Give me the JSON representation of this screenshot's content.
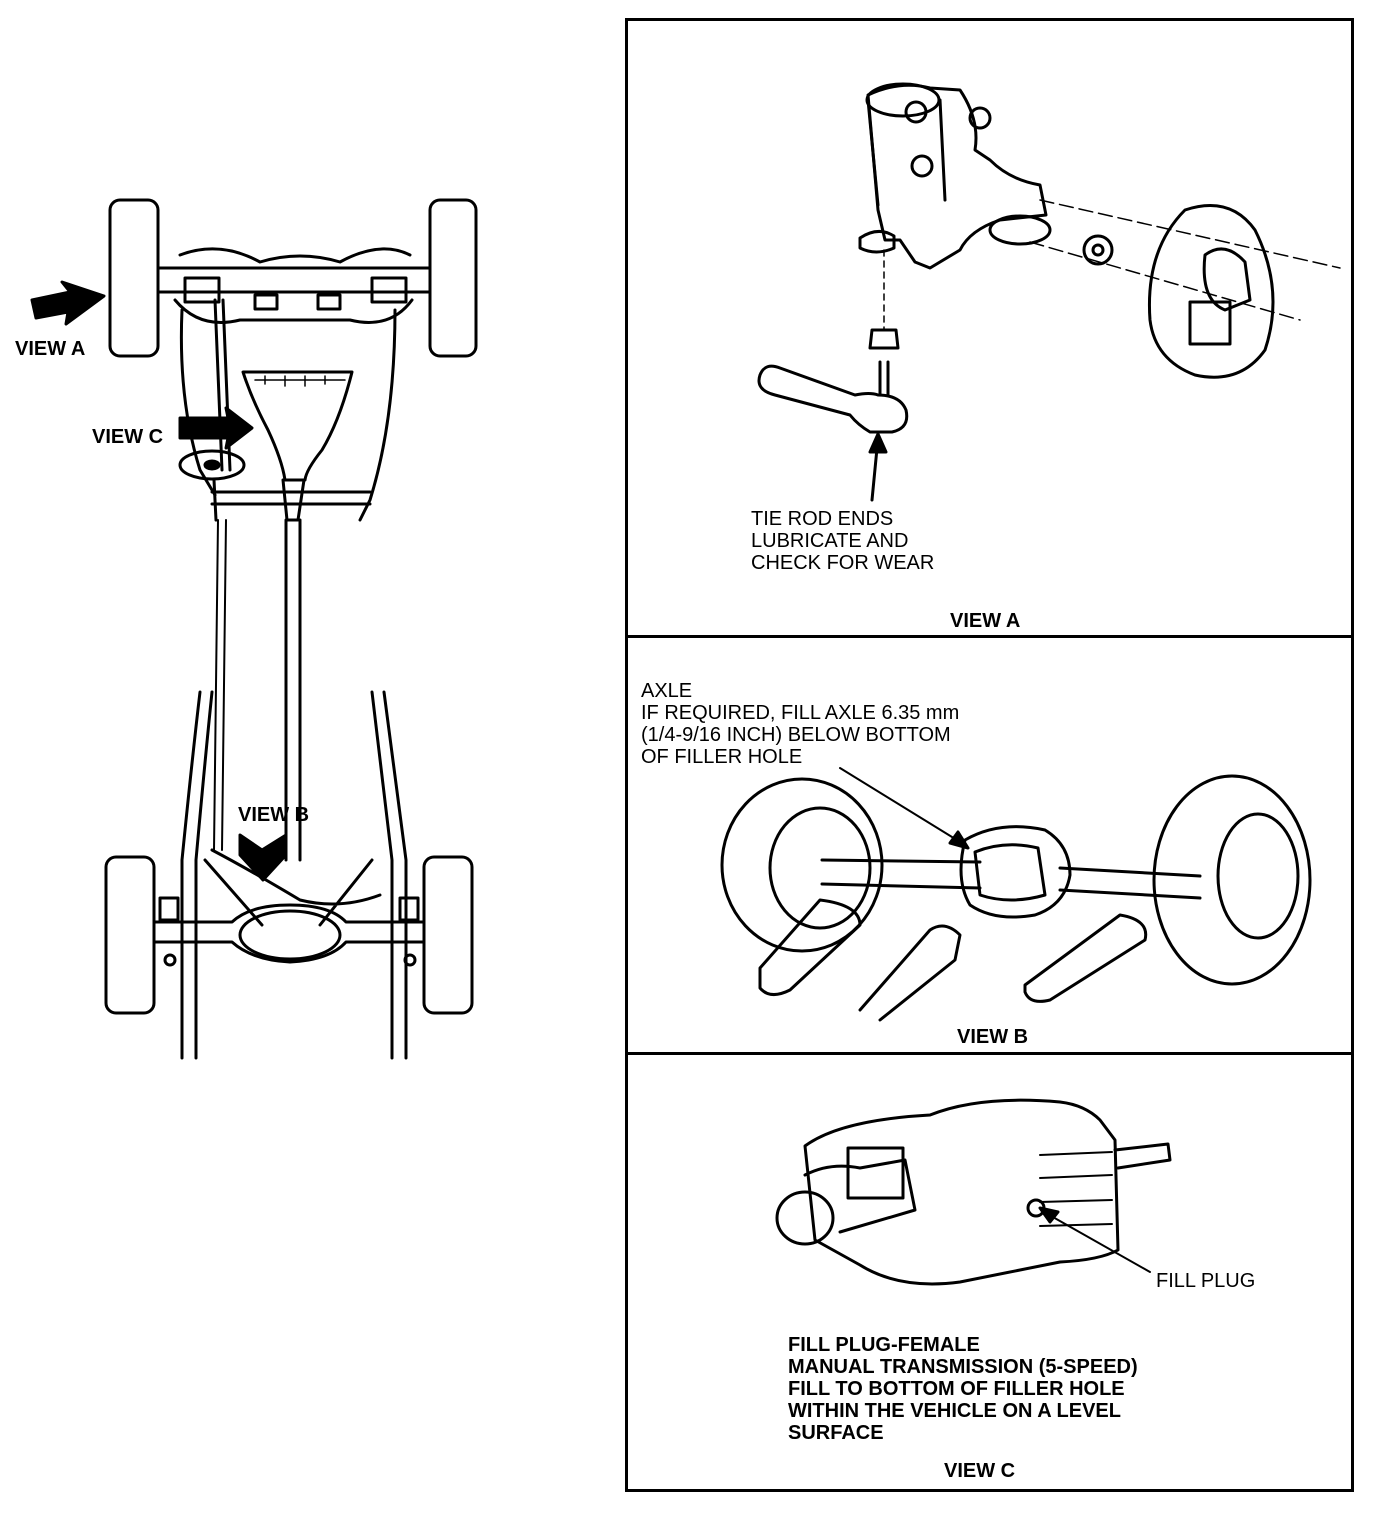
{
  "overview": {
    "view_a_label": "VIEW A",
    "view_b_label": "VIEW B",
    "view_c_label": "VIEW C"
  },
  "panel_a": {
    "note_lines": [
      "TIE ROD ENDS",
      "LUBRICATE AND",
      "CHECK FOR WEAR"
    ],
    "caption": "VIEW A"
  },
  "panel_b": {
    "note_lines": [
      "AXLE",
      "IF REQUIRED, FILL AXLE 6.35 mm",
      "(1/4-9/16 INCH) BELOW BOTTOM",
      "OF FILLER HOLE"
    ],
    "caption": "VIEW B"
  },
  "panel_c": {
    "callout": "FILL PLUG",
    "note_lines": [
      "FILL PLUG-FEMALE",
      "MANUAL TRANSMISSION (5-SPEED)",
      "FILL TO BOTTOM OF FILLER HOLE",
      "WITHIN THE VEHICLE ON A LEVEL",
      "SURFACE"
    ],
    "caption": "VIEW C"
  }
}
